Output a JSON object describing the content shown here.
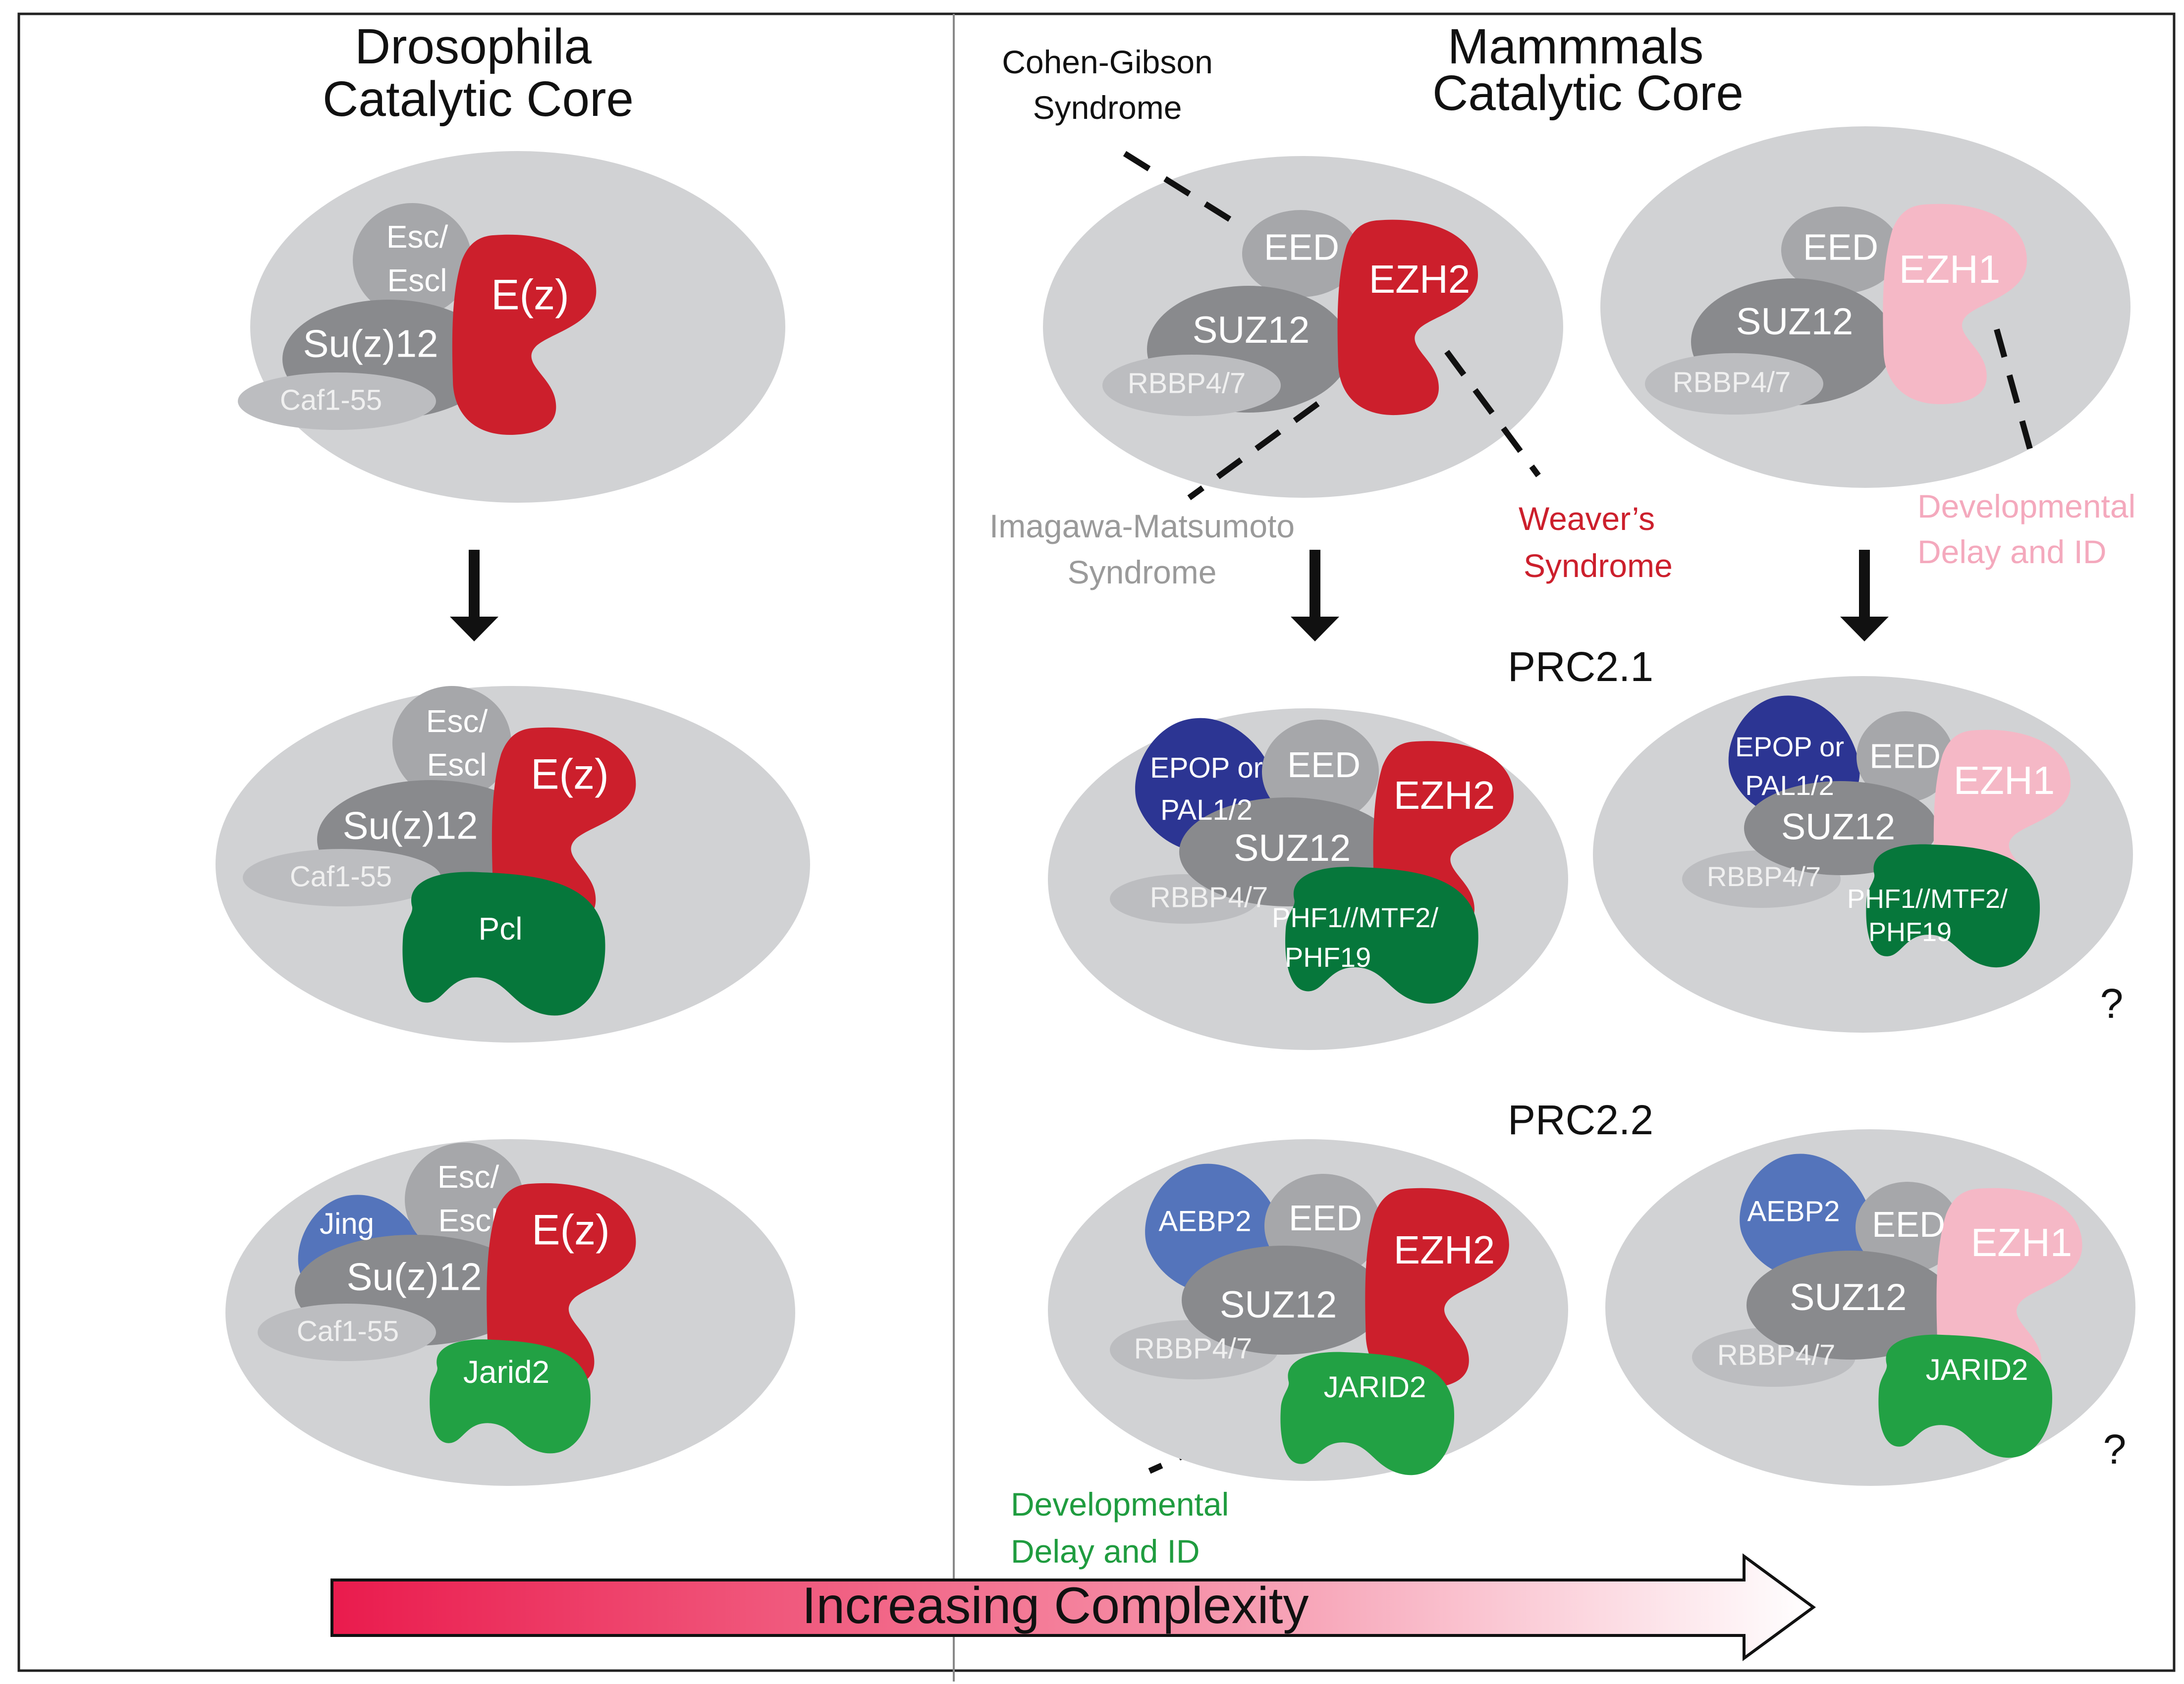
{
  "panels": {
    "left": {
      "title": "Drosophila",
      "subtitle": "Catalytic Core"
    },
    "right": {
      "title": "Mammmals",
      "subtitle": "Catalytic Core"
    }
  },
  "drosophila": {
    "core": {
      "esc": [
        "Esc/",
        "Escl"
      ],
      "ez": "E(z)",
      "suz": "Su(z)12",
      "caf": "Caf1-55"
    },
    "pcl_complex": {
      "esc": [
        "Esc/",
        "Escl"
      ],
      "ez": "E(z)",
      "suz": "Su(z)12",
      "caf": "Caf1-55",
      "pcl": "Pcl"
    },
    "jarid_complex": {
      "jing": "Jing",
      "esc": [
        "Esc/",
        "Escl"
      ],
      "ez": "E(z)",
      "suz": "Su(z)12",
      "caf": "Caf1-55",
      "jarid": "Jarid2"
    }
  },
  "mammals": {
    "ezh2_core": {
      "eed": "EED",
      "ezh": "EZH2",
      "suz": "SUZ12",
      "rbbp": "RBBP4/7"
    },
    "ezh1_core": {
      "eed": "EED",
      "ezh": "EZH1",
      "suz": "SUZ12",
      "rbbp": "RBBP4/7"
    },
    "prc21_label": "PRC2.1",
    "prc21_ezh2": {
      "epop": [
        "EPOP or",
        "PAL1/2"
      ],
      "eed": "EED",
      "ezh": "EZH2",
      "suz": "SUZ12",
      "rbbp": "RBBP4/7",
      "phf": [
        "PHF1//MTF2/",
        "PHF19"
      ]
    },
    "prc21_ezh1": {
      "epop": [
        "EPOP or",
        "PAL1/2"
      ],
      "eed": "EED",
      "ezh": "EZH1",
      "suz": "SUZ12",
      "rbbp": "RBBP4/7",
      "phf": [
        "PHF1//MTF2/",
        "PHF19"
      ]
    },
    "prc22_label": "PRC2.2",
    "prc22_ezh2": {
      "aebp": "AEBP2",
      "eed": "EED",
      "ezh": "EZH2",
      "suz": "SUZ12",
      "rbbp": "RBBP4/7",
      "jarid": "JARID2"
    },
    "prc22_ezh1": {
      "aebp": "AEBP2",
      "eed": "EED",
      "ezh": "EZH1",
      "suz": "SUZ12",
      "rbbp": "RBBP4/7",
      "jarid": "JARID2"
    },
    "question_marks": [
      "?",
      "?"
    ]
  },
  "syndromes": {
    "cohen_gibson": [
      "Cohen-Gibson",
      "Syndrome"
    ],
    "imagawa": [
      "Imagawa-Matsumoto",
      "Syndrome"
    ],
    "weaver": [
      "Weaver’s",
      "Syndrome"
    ],
    "dev_delay_ezh1": [
      "Developmental",
      "Delay and ID"
    ],
    "dev_delay_jarid2": [
      "Developmental",
      "Delay and ID"
    ]
  },
  "complexity_arrow": {
    "label": "Increasing Complexity"
  },
  "colors": {
    "ellipse": "#d1d2d4",
    "light_gray": "#bcbdc0",
    "mid_gray": "#a6a7aa",
    "dark_gray": "#898a8d",
    "ezh2_red": "#cc1f2c",
    "ezh1_pink": "#f5b8c6",
    "pcl_green": "#06773b",
    "jarid_green": "#22a144",
    "dark_blue": "#2c3593",
    "light_blue": "#5474bb",
    "imagawa_text": "#9a9a9a",
    "weaver_text": "#cc1f2c",
    "dev_ezh1_text": "#f4a9bd",
    "dev_jarid_text": "#1f9c3f",
    "arrow_start": "#ea1b4d"
  }
}
